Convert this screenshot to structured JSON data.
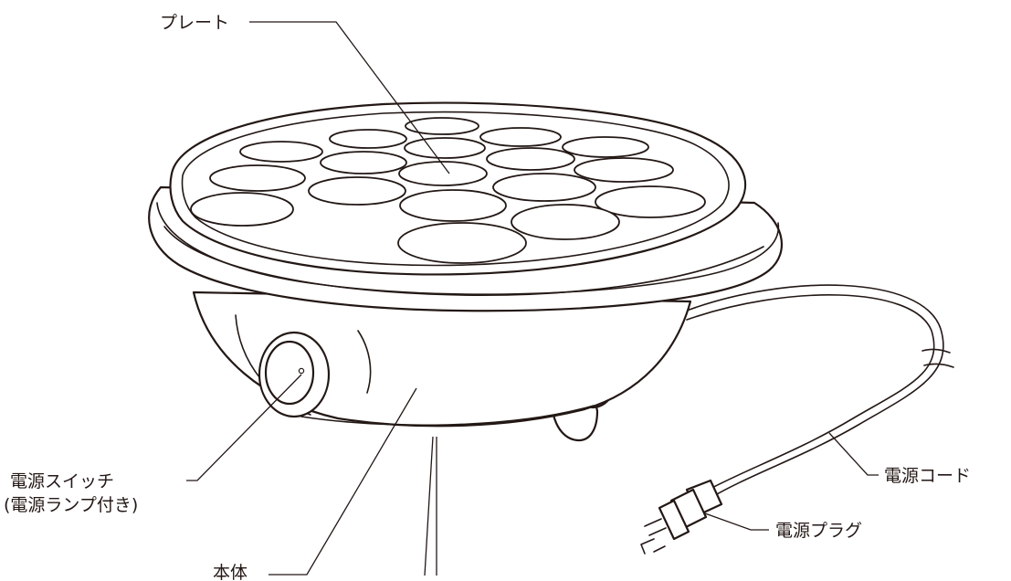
{
  "labels": {
    "plate": "プレート",
    "power_switch_line1": "電源スイッチ",
    "power_switch_line2": "(電源ランプ付き)",
    "body": "本体",
    "power_cord": "電源コード",
    "power_plug": "電源プラグ"
  },
  "colors": {
    "ink": "#231815",
    "background": "#ffffff"
  }
}
